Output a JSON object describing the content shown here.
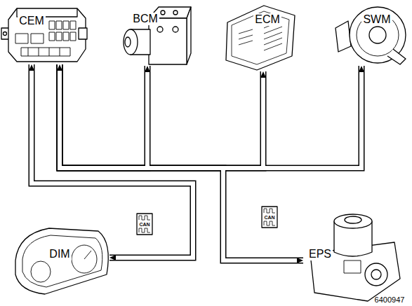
{
  "diagram": {
    "nodes": [
      {
        "text": [
          "CEM"
        ]
      },
      {
        "text": [
          "BCM"
        ]
      },
      {
        "text": [
          "ECM"
        ]
      },
      {
        "text": [
          "SWM"
        ]
      },
      {
        "text": [
          "DIM"
        ]
      },
      {
        "text": [
          "EPS"
        ]
      }
    ],
    "edges": [
      {
        "from": 0,
        "to": 1,
        "arrow": "both"
      },
      {
        "from": 0,
        "to": 2,
        "arrow": "both"
      },
      {
        "from": 0,
        "to": 3,
        "arrow": "both"
      },
      {
        "from": 0,
        "to": 5,
        "arrow": "both"
      },
      {
        "from": 0,
        "to": 4,
        "arrow": "both"
      }
    ],
    "labels": [
      "CAN",
      "CAN",
      "6400947"
    ]
  }
}
